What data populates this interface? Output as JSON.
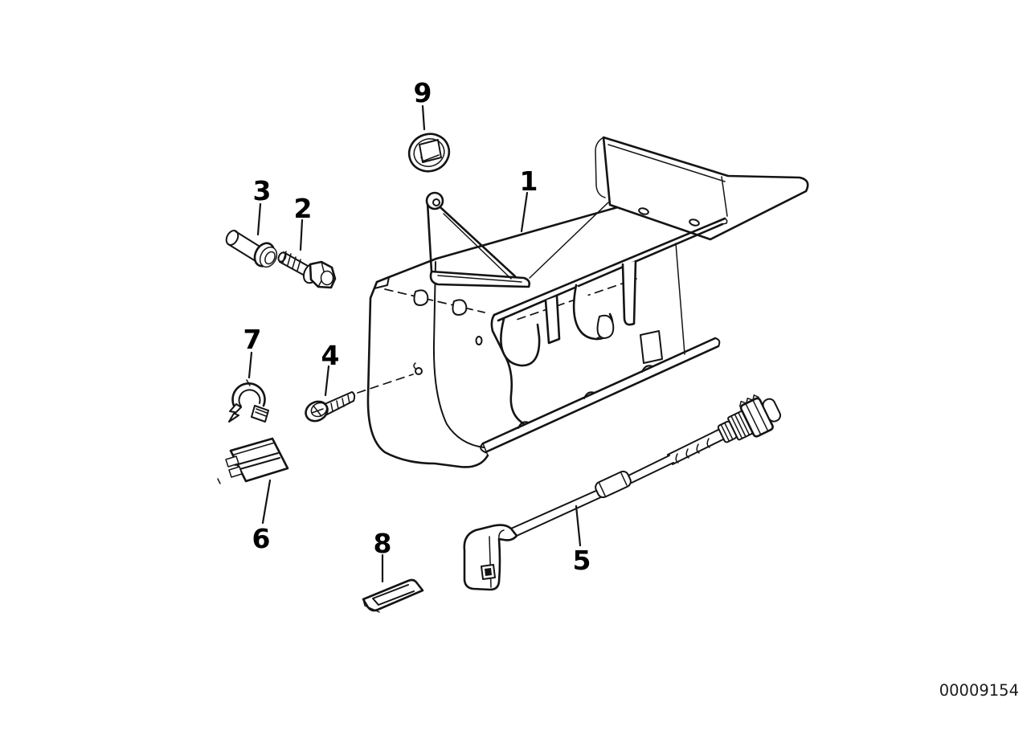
{
  "colors": {
    "background": "#ffffff",
    "line": "#141414"
  },
  "drawing_number": "00009154",
  "callouts": [
    {
      "label": "1"
    },
    {
      "label": "2"
    },
    {
      "label": "3"
    },
    {
      "label": "4"
    },
    {
      "label": "5"
    },
    {
      "label": "6"
    },
    {
      "label": "7"
    },
    {
      "label": "8"
    },
    {
      "label": "9"
    }
  ]
}
